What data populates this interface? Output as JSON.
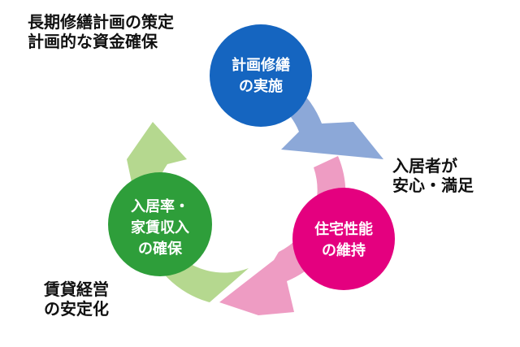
{
  "nodes": [
    {
      "id": "repair",
      "lines": [
        "計画修繕",
        "の実施"
      ],
      "color": "#1565c0"
    },
    {
      "id": "performance",
      "lines": [
        "住宅性能",
        "の維持"
      ],
      "color": "#e4007f"
    },
    {
      "id": "occupancy",
      "lines": [
        "入居率・",
        "家賃収入",
        "の確保"
      ],
      "color": "#2e9e3a"
    }
  ],
  "arrows": [
    {
      "from": "repair",
      "to": "performance",
      "color": "#8ca8d8"
    },
    {
      "from": "performance",
      "to": "occupancy",
      "color": "#ee9cc3"
    },
    {
      "from": "occupancy",
      "to": "repair",
      "color": "#b5d88f"
    }
  ],
  "captions": {
    "top_left": [
      "長期修繕計画の策定",
      "計画的な資金確保"
    ],
    "right": [
      "入居者が",
      "安心・満足"
    ],
    "bottom_left": [
      "賃貸経営",
      "の安定化"
    ]
  }
}
